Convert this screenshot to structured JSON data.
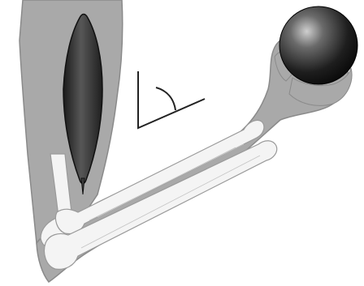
{
  "figure": {
    "subject": "arm-flexion-illustration",
    "elements": [
      "upper-arm",
      "biceps-muscle",
      "humerus",
      "forearm",
      "radius",
      "ulna",
      "hand",
      "ball",
      "angle-symbol"
    ]
  },
  "colors": {
    "skin": "#a9a9a9",
    "skin_outline": "#8a8a8a",
    "muscle": "#3d3d3d",
    "muscle_outline": "#111111",
    "bone": "#f4f4f4",
    "bone_outline": "#9a9a9a",
    "ball_dark": "#111111",
    "ball_highlight": "#bdbdbd",
    "angle_stroke": "#222222"
  }
}
